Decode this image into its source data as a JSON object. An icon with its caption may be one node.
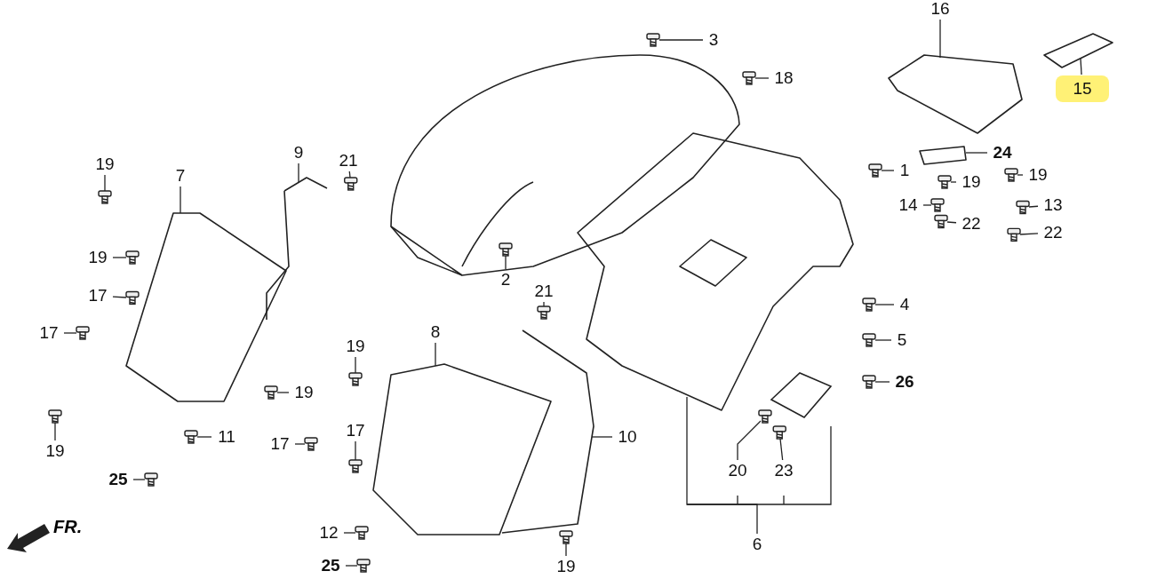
{
  "diagram": {
    "nodes": [
      {
        "text": [
          "16"
        ]
      },
      {
        "text": [
          "15"
        ]
      },
      {
        "text": [
          "3"
        ]
      },
      {
        "text": [
          "18"
        ]
      },
      {
        "text": [
          "24"
        ]
      },
      {
        "text": [
          "1"
        ]
      },
      {
        "text": [
          "19"
        ]
      },
      {
        "text": [
          "19"
        ]
      },
      {
        "text": [
          "14"
        ]
      },
      {
        "text": [
          "13"
        ]
      },
      {
        "text": [
          "22"
        ]
      },
      {
        "text": [
          "22"
        ]
      },
      {
        "text": [
          "4"
        ]
      },
      {
        "text": [
          "5"
        ]
      },
      {
        "text": [
          "26"
        ]
      },
      {
        "text": [
          "20"
        ]
      },
      {
        "text": [
          "23"
        ]
      },
      {
        "text": [
          "6"
        ]
      },
      {
        "text": [
          "19"
        ]
      },
      {
        "text": [
          "7"
        ]
      },
      {
        "text": [
          "9"
        ]
      },
      {
        "text": [
          "21"
        ]
      },
      {
        "text": [
          "2"
        ]
      },
      {
        "text": [
          "21"
        ]
      },
      {
        "text": [
          "19"
        ]
      },
      {
        "text": [
          "17"
        ]
      },
      {
        "text": [
          "17"
        ]
      },
      {
        "text": [
          "19"
        ]
      },
      {
        "text": [
          "11"
        ]
      },
      {
        "text": [
          "25"
        ]
      },
      {
        "text": [
          "19"
        ]
      },
      {
        "text": [
          "8"
        ]
      },
      {
        "text": [
          "19"
        ]
      },
      {
        "text": [
          "17"
        ]
      },
      {
        "text": [
          "17"
        ]
      },
      {
        "text": [
          "10"
        ]
      },
      {
        "text": [
          "12"
        ]
      },
      {
        "text": [
          "25"
        ]
      },
      {
        "text": [
          "19"
        ]
      },
      {
        "text": [],
        "shape": "picture"
      },
      {
        "text": [],
        "shape": "picture"
      },
      {
        "text": [],
        "shape": "picture"
      },
      {
        "text": [],
        "shape": "picture"
      },
      {
        "text": [],
        "shape": "picture"
      },
      {
        "text": [],
        "shape": "picture"
      },
      {
        "text": [],
        "shape": "picture"
      },
      {
        "text": [],
        "shape": "picture"
      },
      {
        "text": [],
        "shape": "picture"
      },
      {
        "text": [],
        "shape": "picture"
      },
      {
        "text": [],
        "shape": "picture"
      },
      {
        "text": [],
        "shape": "picture"
      },
      {
        "text": [],
        "shape": "picture"
      },
      {
        "text": [],
        "shape": "picture"
      },
      {
        "text": [],
        "shape": "picture"
      },
      {
        "text": [],
        "shape": "picture"
      },
      {
        "text": [],
        "shape": "picture"
      },
      {
        "text": [],
        "shape": "picture"
      },
      {
        "text": [],
        "shape": "picture"
      },
      {
        "text": [],
        "shape": "picture"
      },
      {
        "text": [],
        "shape": "picture"
      },
      {
        "text": [],
        "shape": "picture"
      },
      {
        "text": [],
        "shape": "picture"
      },
      {
        "text": [],
        "shape": "picture"
      },
      {
        "text": [],
        "shape": "picture"
      },
      {
        "text": [],
        "shape": "picture"
      },
      {
        "text": [],
        "shape": "picture"
      },
      {
        "text": [],
        "shape": "picture"
      },
      {
        "text": [],
        "shape": "picture"
      },
      {
        "text": [],
        "shape": "picture"
      },
      {
        "text": [],
        "shape": "picture"
      },
      {
        "text": [],
        "shape": "picture"
      },
      {
        "text": [],
        "shape": "picture"
      },
      {
        "text": [],
        "shape": "picture"
      },
      {
        "text": [],
        "shape": "picture"
      },
      {
        "text": [],
        "shape": "picture"
      },
      {
        "text": [],
        "shape": "picture"
      },
      {
        "text": [],
        "shape": "picture"
      },
      {
        "text": [],
        "shape": "picture"
      }
    ],
    "edges": [
      {
        "from": 0,
        "to": 39,
        "arrow": "none"
      },
      {
        "from": 1,
        "to": 40,
        "arrow": "none"
      },
      {
        "from": 2,
        "to": 41,
        "arrow": "none"
      },
      {
        "from": 3,
        "to": 42,
        "arrow": "none"
      },
      {
        "from": 4,
        "to": 43,
        "arrow": "none"
      },
      {
        "from": 5,
        "to": 44,
        "arrow": "none"
      },
      {
        "from": 6,
        "to": 45,
        "arrow": "none"
      },
      {
        "from": 7,
        "to": 46,
        "arrow": "none"
      },
      {
        "from": 8,
        "to": 47,
        "arrow": "none"
      },
      {
        "from": 9,
        "to": 48,
        "arrow": "none"
      },
      {
        "from": 10,
        "to": 49,
        "arrow": "none"
      },
      {
        "from": 11,
        "to": 50,
        "arrow": "none"
      },
      {
        "from": 12,
        "to": 51,
        "arrow": "none"
      },
      {
        "from": 13,
        "to": 52,
        "arrow": "none"
      },
      {
        "from": 14,
        "to": 53,
        "arrow": "none"
      },
      {
        "from": 15,
        "to": 54,
        "arrow": "none"
      },
      {
        "from": 16,
        "to": 55,
        "arrow": "none"
      },
      {
        "from": 17,
        "to": 56,
        "arrow": "none"
      },
      {
        "from": 18,
        "to": 57,
        "arrow": "none"
      },
      {
        "from": 19,
        "to": 58,
        "arrow": "none"
      },
      {
        "from": 20,
        "to": 59,
        "arrow": "none"
      },
      {
        "from": 21,
        "to": 60,
        "arrow": "none"
      },
      {
        "from": 22,
        "to": 61,
        "arrow": "none"
      },
      {
        "from": 23,
        "to": 62,
        "arrow": "none"
      },
      {
        "from": 24,
        "to": 63,
        "arrow": "none"
      },
      {
        "from": 25,
        "to": 64,
        "arrow": "none"
      },
      {
        "from": 26,
        "to": 65,
        "arrow": "none"
      },
      {
        "from": 27,
        "to": 66,
        "arrow": "none"
      },
      {
        "from": 28,
        "to": 67,
        "arrow": "none"
      },
      {
        "from": 29,
        "to": 68,
        "arrow": "none"
      },
      {
        "from": 30,
        "to": 69,
        "arrow": "none"
      },
      {
        "from": 31,
        "to": 70,
        "arrow": "none"
      },
      {
        "from": 32,
        "to": 71,
        "arrow": "none"
      },
      {
        "from": 33,
        "to": 72,
        "arrow": "none"
      },
      {
        "from": 34,
        "to": 73,
        "arrow": "none"
      },
      {
        "from": 35,
        "to": 74,
        "arrow": "none"
      },
      {
        "from": 36,
        "to": 75,
        "arrow": "none"
      },
      {
        "from": 37,
        "to": 76,
        "arrow": "none"
      },
      {
        "from": 38,
        "to": 77,
        "arrow": "none"
      }
    ],
    "labels": [
      "FR."
    ]
  }
}
